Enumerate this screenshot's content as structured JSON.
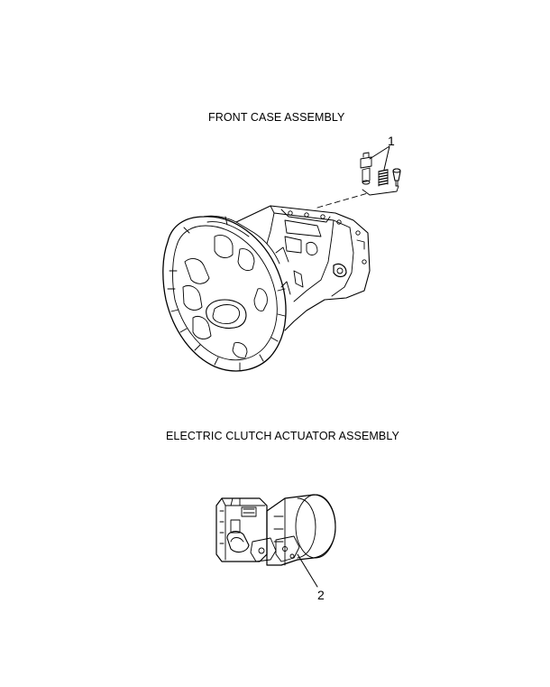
{
  "sections": {
    "front_case": {
      "title": "FRONT CASE ASSEMBLY",
      "callout": "1"
    },
    "clutch_actuator": {
      "title": "ELECTRIC CLUTCH ACTUATOR ASSEMBLY",
      "callout": "2"
    }
  },
  "colors": {
    "line": "#000000",
    "background": "#ffffff"
  }
}
